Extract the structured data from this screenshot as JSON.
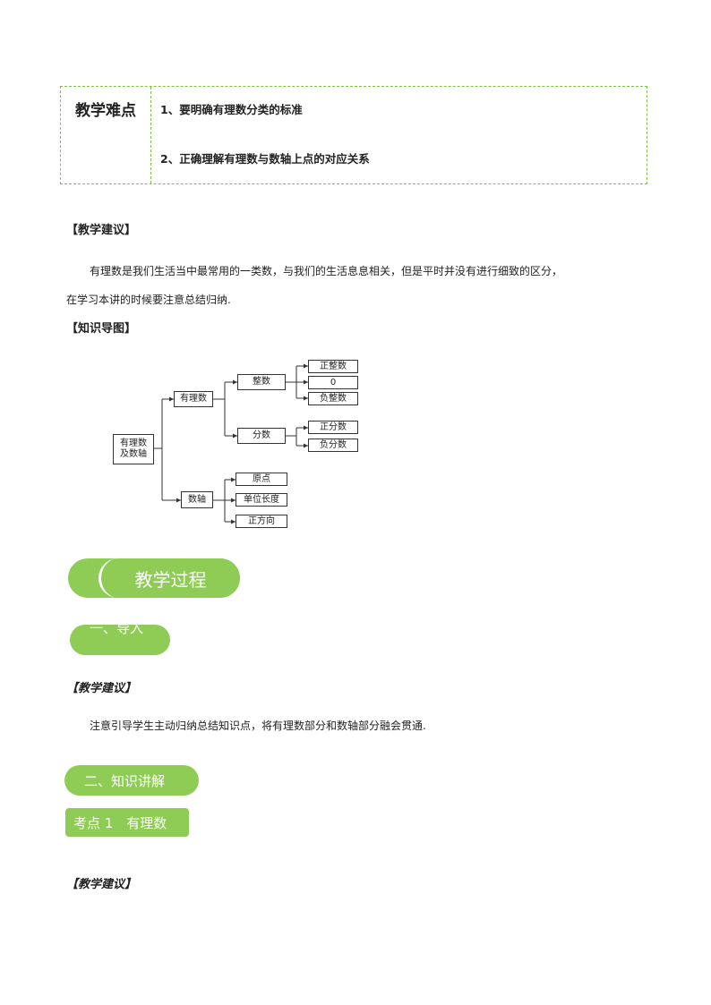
{
  "difficulty": {
    "heading": "教学难点",
    "items": [
      "1、要明确有理数分类的标准",
      "2、正确理解有理数与数轴上点的对应关系"
    ]
  },
  "advice1": {
    "heading": "【教学建议】",
    "line1": "有理数是我们生活当中最常用的一类数，与我们的生活息息相关，但是平时并没有进行细致的区分，",
    "line2": "在学习本讲的时候要注意总结归纳."
  },
  "mindmap": {
    "heading": "【知识导图】",
    "root": "有理数及数轴",
    "rational": "有理数",
    "integer": "整数",
    "fraction": "分数",
    "pos_int": "正整数",
    "zero": "0",
    "neg_int": "负整数",
    "pos_frac": "正分数",
    "neg_frac": "负分数",
    "axis": "数轴",
    "origin": "原点",
    "unit": "单位长度",
    "direction": "正方向"
  },
  "process": {
    "title": "教学过程"
  },
  "intro": {
    "pill": "一、导入",
    "heading": "【教学建议】",
    "text": "注意引导学生主动归纳总结知识点，将有理数部分和数轴部分融会贯通."
  },
  "knowledge": {
    "pill": "二、知识讲解",
    "tag": "考点 1　有理数",
    "heading": "【教学建议】"
  }
}
